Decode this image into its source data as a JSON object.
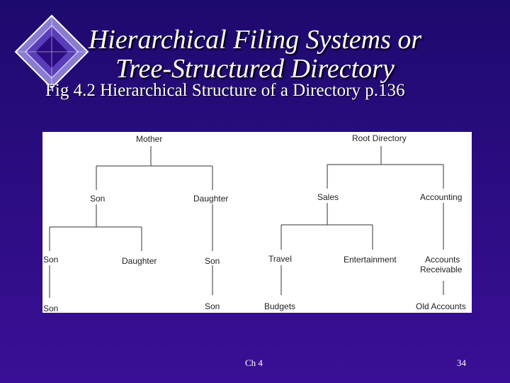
{
  "slide": {
    "title_line1": "Hierarchical Filing Systems or",
    "title_line2": "Tree-Structured Directory",
    "subtitle": "Fig 4.2 Hierarchical Structure of a Directory p.136",
    "footer_chapter": "Ch 4",
    "footer_page": "34"
  },
  "family_tree": {
    "mother": "Mother",
    "son": "Son",
    "daughter": "Daughter",
    "son_son": "Son",
    "son_daughter": "Daughter",
    "daughter_son": "Son",
    "son_son_son": "Son",
    "daughter_son_son": "Son"
  },
  "directory_tree": {
    "root": "Root Directory",
    "sales": "Sales",
    "accounting": "Accounting",
    "travel": "Travel",
    "entertainment": "Entertainment",
    "accounts_receivable_1": "Accounts",
    "accounts_receivable_2": "Receivable",
    "budgets": "Budgets",
    "old_accounts": "Old Accounts"
  },
  "colors": {
    "background": "#2a0c80",
    "text": "#ffffff",
    "lines": "#333333"
  }
}
